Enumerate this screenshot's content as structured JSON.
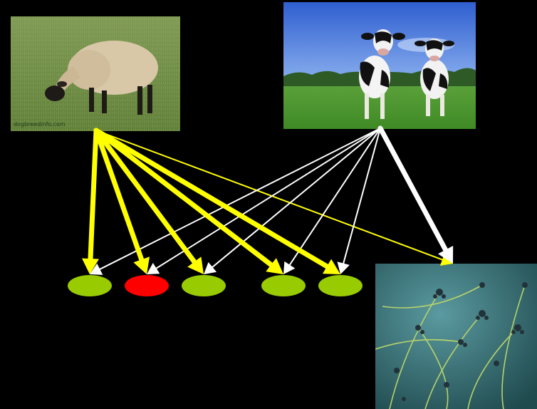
{
  "sheep": {
    "watermark": "dogbreedinfo.com"
  },
  "colors": {
    "background": "#000000",
    "strong_interaction": "#ffff00",
    "weak_interaction": "#ffffff",
    "node_green": "#99cc00",
    "node_red": "#ff0000"
  },
  "nodes": [
    {
      "status": "green"
    },
    {
      "status": "red"
    },
    {
      "status": "green"
    },
    {
      "status": "green"
    },
    {
      "status": "green"
    }
  ],
  "links": [
    {
      "from": "sheep",
      "to": 0,
      "color": "yellow",
      "weight": "heavy"
    },
    {
      "from": "sheep",
      "to": 1,
      "color": "yellow",
      "weight": "heavy"
    },
    {
      "from": "sheep",
      "to": 2,
      "color": "yellow",
      "weight": "heavy"
    },
    {
      "from": "sheep",
      "to": 3,
      "color": "yellow",
      "weight": "heavy"
    },
    {
      "from": "sheep",
      "to": 4,
      "color": "yellow",
      "weight": "heavy"
    },
    {
      "from": "sheep",
      "to": "plant",
      "color": "yellow",
      "weight": "thin"
    },
    {
      "from": "cows",
      "to": 0,
      "color": "white",
      "weight": "thin"
    },
    {
      "from": "cows",
      "to": 1,
      "color": "white",
      "weight": "thin"
    },
    {
      "from": "cows",
      "to": 2,
      "color": "white",
      "weight": "thin"
    },
    {
      "from": "cows",
      "to": 3,
      "color": "white",
      "weight": "thin"
    },
    {
      "from": "cows",
      "to": 4,
      "color": "white",
      "weight": "thin"
    },
    {
      "from": "cows",
      "to": "plant",
      "color": "white",
      "weight": "heavy"
    }
  ]
}
